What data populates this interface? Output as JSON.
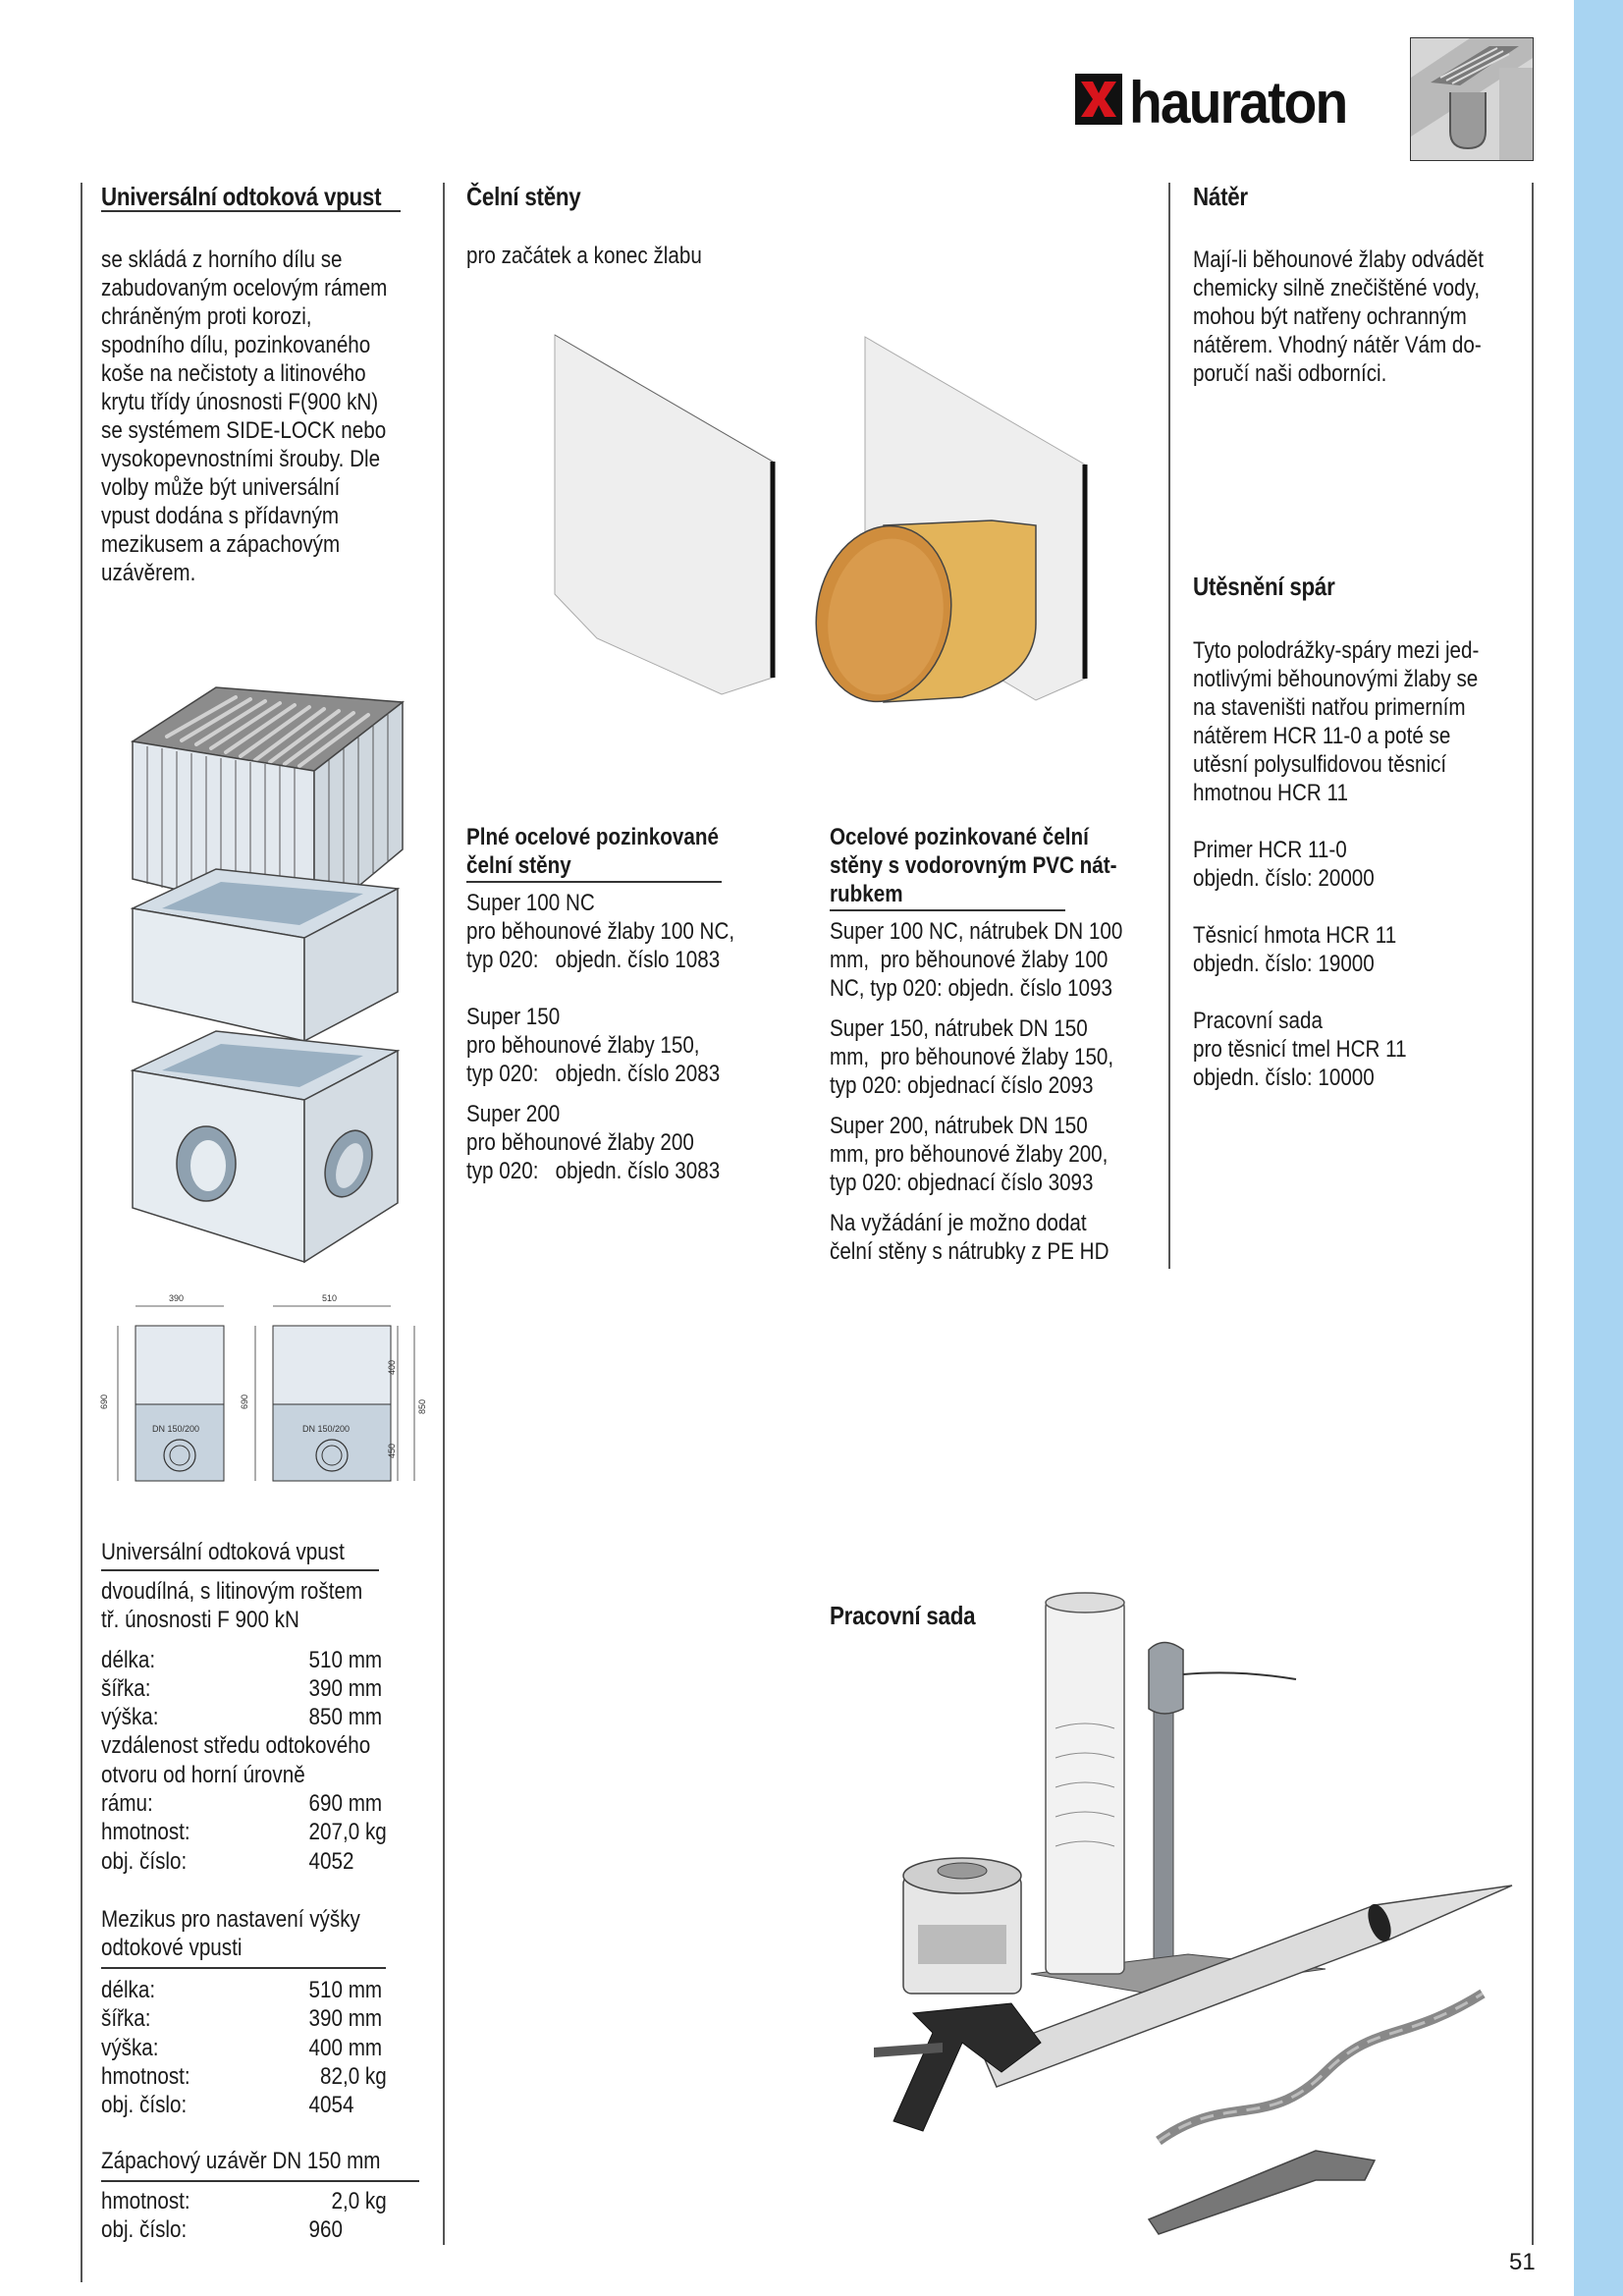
{
  "brand": {
    "name": "hauraton"
  },
  "page_number": "51",
  "col1": {
    "title": "Universální odtoková vpust",
    "body": [
      "se skládá z horního dílu se",
      "zabudovaným ocelovým rámem",
      "chráněným proti korozi,",
      "spodního dílu, pozinkovaného",
      "koše na nečistoty a litinového",
      "krytu třídy únosnosti F(900 kN)",
      "se systémem SIDE-LOCK nebo",
      "vysokopevnostními šrouby. Dle",
      "volby může být universální",
      "vpust dodána s přídavným",
      "mezikusem a zápachovým",
      "uzávěrem."
    ],
    "drawing": {
      "w1": "390",
      "w2": "510",
      "h1": "690",
      "h2": "690",
      "d1": "400",
      "d2": "450",
      "total": "850",
      "dn1": "DN 150/200",
      "dn2": "DN 150/200"
    },
    "spec1": {
      "title": "Universální odtoková vpust",
      "subtitle": [
        "dvoudílná, s litinovým roštem",
        "tř. únosnosti F 900 kN"
      ],
      "rows": [
        {
          "k": "délka:",
          "v": "510 mm"
        },
        {
          "k": "šířka:",
          "v": "390 mm"
        },
        {
          "k": "výška:",
          "v": "850 mm"
        }
      ],
      "note": [
        "vzdálenost středu odtokového",
        "otvoru od horní úrovně"
      ],
      "rows2": [
        {
          "k": "rámu:",
          "v": "690 mm"
        },
        {
          "k": "hmotnost:",
          "v": "207,0 kg"
        },
        {
          "k": "obj. číslo:",
          "v": "4052"
        }
      ]
    },
    "spec2": {
      "title": [
        "Mezikus pro nastavení výšky",
        "odtokové vpusti"
      ],
      "rows": [
        {
          "k": "délka:",
          "v": "510 mm"
        },
        {
          "k": "šířka:",
          "v": "390 mm"
        },
        {
          "k": "výška:",
          "v": "400 mm"
        },
        {
          "k": "hmotnost:",
          "v": "  82,0 kg"
        },
        {
          "k": "obj. číslo:",
          "v": "4054"
        }
      ]
    },
    "spec3": {
      "title": "Zápachový uzávěr DN 150 mm",
      "rows": [
        {
          "k": "hmotnost:",
          "v": "    2,0 kg"
        },
        {
          "k": "obj. číslo:",
          "v": "960"
        }
      ]
    }
  },
  "col2": {
    "title": "Čelní stěny",
    "intro": "pro začátek a konec žlabu",
    "plain": {
      "title": [
        "Plné ocelové pozinkované",
        "čelní stěny"
      ],
      "items": [
        [
          "Super 100 NC",
          "pro běhounové žlaby 100 NC,",
          "typ 020:   objedn. číslo 1083"
        ],
        [
          "Super 150",
          "pro běhounové žlaby 150,",
          "typ 020:   objedn. číslo 2083"
        ],
        [
          "Super 200",
          "pro běhounové žlaby 200",
          "typ 020:   objedn. číslo 3083"
        ]
      ]
    },
    "pvc": {
      "title": [
        "Ocelové pozinkované čelní",
        "stěny s vodorovným PVC nát-",
        "rubkem"
      ],
      "items": [
        [
          "Super 100 NC, nátrubek DN 100",
          "mm,  pro běhounové žlaby 100",
          "NC, typ 020: objedn. číslo 1093"
        ],
        [
          "Super 150, nátrubek DN 150",
          "mm,  pro běhounové žlaby 150,",
          "typ 020: objednací číslo 2093"
        ],
        [
          "Super 200, nátrubek DN 150",
          "mm, pro běhounové žlaby 200,",
          "typ 020: objednací číslo 3093"
        ],
        [
          "Na vyžádání je možno dodat",
          "čelní stěny s nátrubky z PE HD"
        ]
      ]
    },
    "kit_title": "Pracovní sada"
  },
  "col3": {
    "title": "Nátěr",
    "body": [
      "Mají-li běhounové žlaby odvádět",
      "chemicky silně znečištěné vody,",
      "mohou být natřeny ochranným",
      "nátěrem. Vhodný nátěr Vám do-",
      "poručí naši odborníci."
    ],
    "title2": "Utěsnění spár",
    "body2": [
      "Tyto polodrážky-spáry mezi jed-",
      "notlivými běhounovými žlaby se",
      "na staveništi natřou primerním",
      "nátěrem HCR 11-0 a poté se",
      "utěsní polysulfidovou těsnicí",
      "hmotnou HCR 11"
    ],
    "items": [
      [
        "Primer HCR 11-0",
        "objedn. číslo: 20000"
      ],
      [
        "Těsnicí hmota HCR 11",
        "objedn. číslo: 19000"
      ],
      [
        "Pracovní sada",
        "pro těsnicí tmel HCR 11",
        "objedn. číslo: 10000"
      ]
    ]
  },
  "colors": {
    "sidebar": "#a8d4f2",
    "logo_red": "#d8141c",
    "pipe": "#e3b45a"
  }
}
